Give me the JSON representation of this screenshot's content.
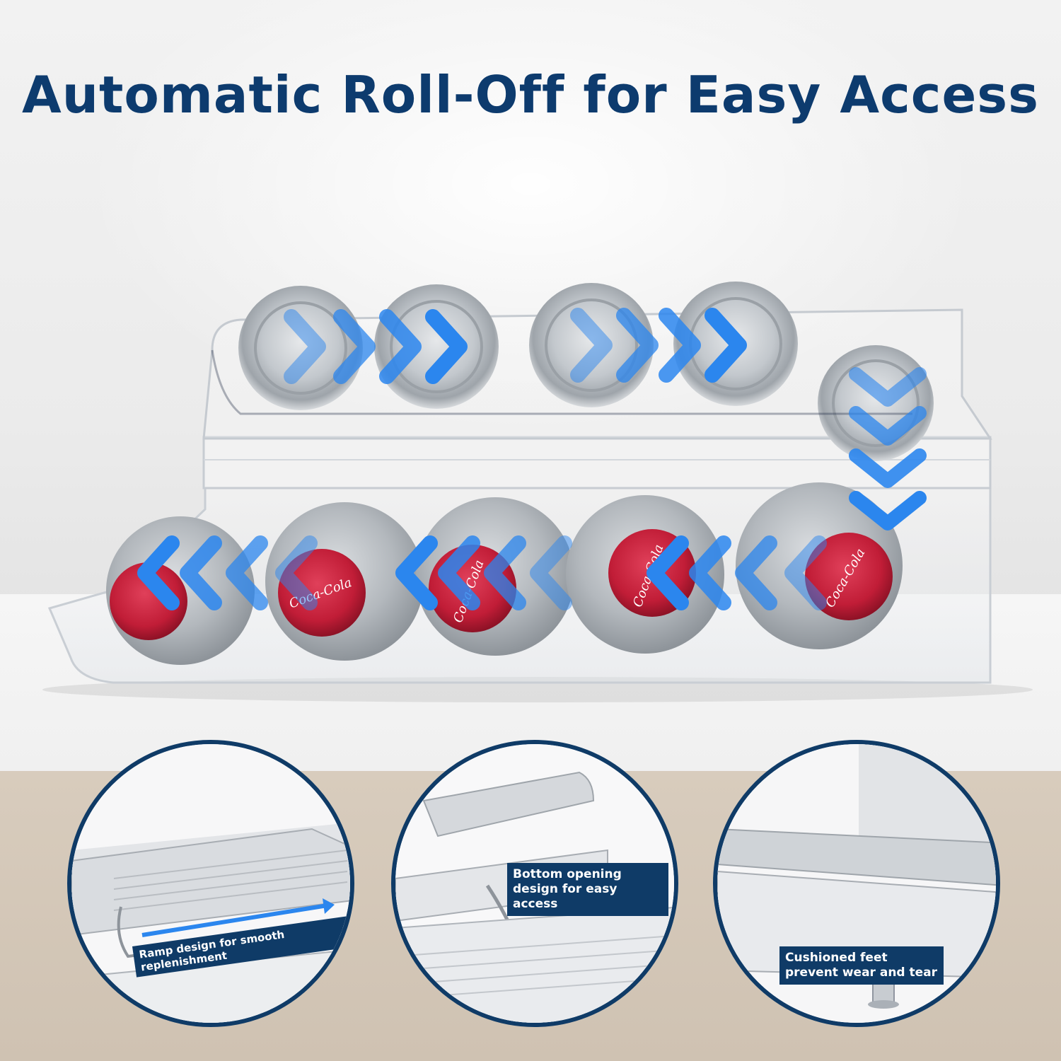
{
  "headline": "Automatic Roll-Off for Easy Access",
  "brand_text": "Coca-Cola",
  "colors": {
    "headline": "#0d3b6e",
    "accent_arrow": "#2b86ee",
    "callout_bg": "#0f3b67",
    "can_red": "#c5203b",
    "silver": "#a9afb5"
  },
  "details": [
    {
      "caption": "Ramp design for smooth replenishment"
    },
    {
      "caption": "Bottom opening design for easy access"
    },
    {
      "caption": "Cushioned feet prevent wear and tear"
    }
  ]
}
